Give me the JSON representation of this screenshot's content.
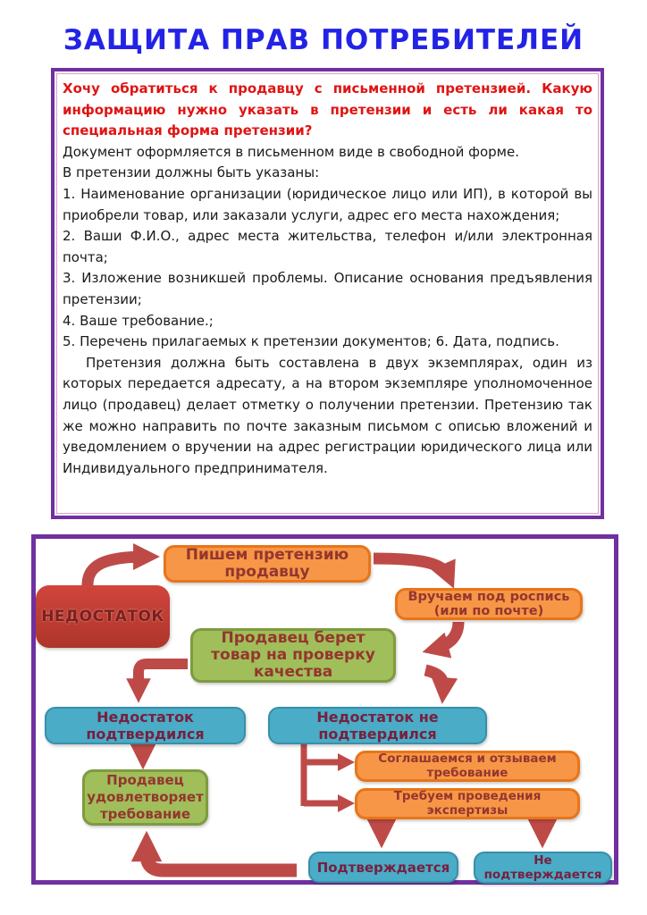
{
  "page": {
    "title": "ЗАЩИТА ПРАВ ПОТРЕБИТЕЛЕЙ"
  },
  "qa_box": {
    "paragraphs": [
      {
        "style": "question",
        "text": "Хочу обратиться к продавцу с письменной претензией. Какую информацию нужно указать в претензии и есть ли какая то специальная форма претензии?"
      },
      {
        "style": "body",
        "text": "Документ оформляется в письменном виде в свободной форме."
      },
      {
        "style": "body",
        "text": "В претензии должны быть указаны:"
      },
      {
        "style": "body",
        "text": "1. Наименование организации (юридическое лицо или ИП), в которой вы приобрели товар, или заказали услуги, адрес его места нахождения;"
      },
      {
        "style": "body",
        "text": "2. Ваши Ф.И.О., адрес места жительства, телефон и/или электронная почта;"
      },
      {
        "style": "body",
        "text": "3. Изложение возникшей проблемы. Описание основания предъявления претензии;"
      },
      {
        "style": "body",
        "text": "4. Ваше требование.;"
      },
      {
        "style": "body",
        "text": "5. Перечень прилагаемых к претензии документов; 6. Дата, подпись."
      },
      {
        "style": "body-indent",
        "text": "Претензия должна быть составлена в двух экземплярах, один из которых передается адресату, а на втором экземпляре уполномоченное лицо (продавец) делает отметку о получении претензии. Претензию так же можно направить по почте заказным письмом с описью вложений и уведомлением о вручении на адрес регистрации юридического лица или Индивидуального предпринимателя."
      }
    ]
  },
  "flowchart": {
    "nodes": {
      "defect": "НЕДОСТАТОК",
      "write_claim": "Пишем претензию\nпродавцу",
      "deliver": "Вручаем под роспись\n(или по почте)",
      "seller_takes": "Продавец берет\nтовар на проверку\nкачества",
      "confirmed": "Недостаток\nподтвердился",
      "not_confirmed": "Недостаток не\nподтвердился",
      "seller_satisfies": "Продавец\nудовлетворяет\nтребование",
      "agree_withdraw": "Соглашаемся и отзываем\nтребование",
      "demand_expertise": "Требуем проведения\nэкспертизы",
      "expertise_confirmed": "Подтверждается",
      "expertise_not_confirmed": "Не\nподтверждается"
    }
  },
  "colors": {
    "purple": "#7030A0",
    "title-blue": "#2323E6",
    "question-red": "#E01414",
    "arrow": "#BE4A48",
    "orange-bg": "#F79646",
    "orange-border": "#E8751A",
    "green-bg": "#A0BE59",
    "green-border": "#7E9B40",
    "blue-bg": "#4AACC6",
    "blue-border": "#388FAA",
    "warm-text": "#94362F",
    "blue-text": "#77203F",
    "redbox1": "#D0453C",
    "redbox2": "#AE352A",
    "redbox-text": "#7D1F1C"
  }
}
